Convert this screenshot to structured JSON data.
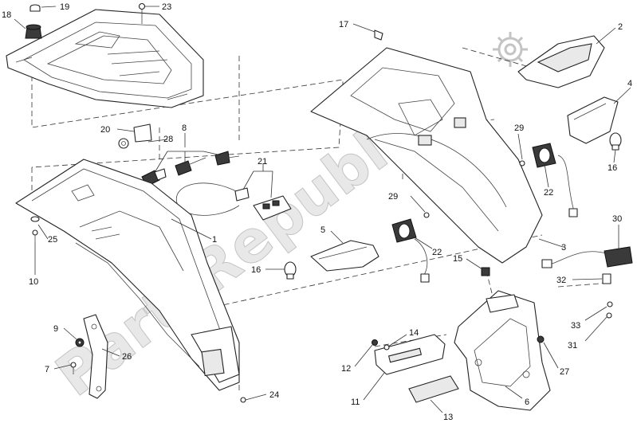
{
  "watermark": {
    "text": "PartsRepublik"
  },
  "callouts": {
    "c1": "1",
    "c2": "2",
    "c3": "3",
    "c4": "4",
    "c5": "5",
    "c6": "6",
    "c7": "7",
    "c8": "8",
    "c9": "9",
    "c10": "10",
    "c11": "11",
    "c12": "12",
    "c13": "13",
    "c14": "14",
    "c15": "15",
    "c16a": "16",
    "c16b": "16",
    "c17": "17",
    "c18": "18",
    "c19": "19",
    "c20": "20",
    "c21": "21",
    "c22a": "22",
    "c22b": "22",
    "c23": "23",
    "c24": "24",
    "c25": "25",
    "c26": "26",
    "c27": "27",
    "c28": "28",
    "c29a": "29",
    "c29b": "29",
    "c30": "30",
    "c31": "31",
    "c32": "32",
    "c33": "33"
  },
  "colors": {
    "line": "#222222",
    "watermark": "#d6d6d6",
    "background": "#ffffff"
  }
}
